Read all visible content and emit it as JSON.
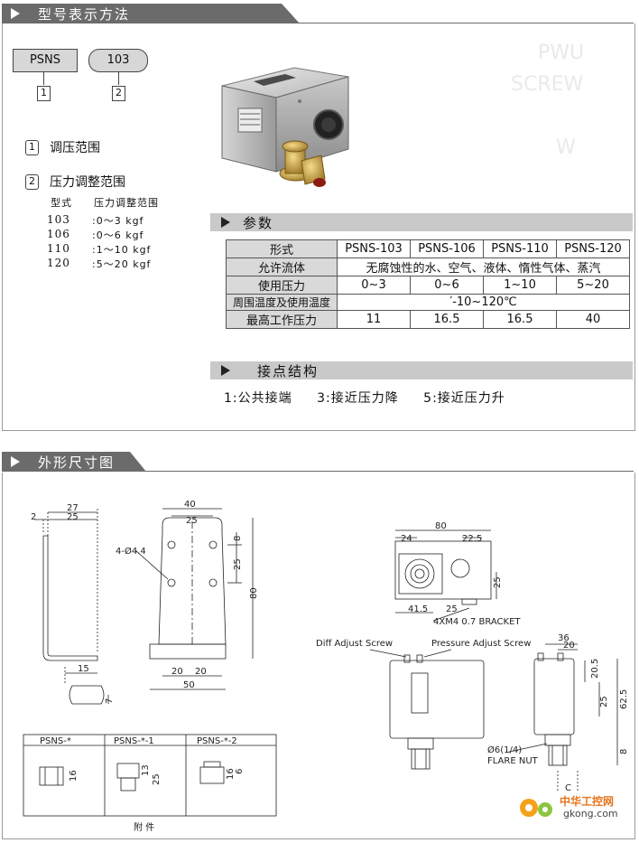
{
  "section1": {
    "title": "型号表示方法"
  },
  "model": {
    "prefix": "PSNS",
    "suffix": "103",
    "index1": "1",
    "index2": "2",
    "item1_num": "1",
    "item1_label": "调压范围",
    "item2_num": "2",
    "item2_label": "压力调整范围",
    "range_header_type": "型式",
    "range_header_range": "压力调整范围",
    "ranges": [
      {
        "type": "103",
        "range": ":0～3 kgf"
      },
      {
        "type": "106",
        "range": ":0～6 kgf"
      },
      {
        "type": "110",
        "range": ":1～10 kgf"
      },
      {
        "type": "120",
        "range": ":5～20 kgf"
      }
    ]
  },
  "params": {
    "title": "参数",
    "headers": [
      "形式",
      "PSNS-103",
      "PSNS-106",
      "PSNS-110",
      "PSNS-120"
    ],
    "fluid_label": "允许流体",
    "fluid_value": "无腐蚀性的水、空气、液体、惰性气体、蒸汽",
    "pressure_label": "使用压力",
    "pressure_values": [
      "0~3",
      "0~6",
      "1~10",
      "5~20"
    ],
    "temp_label": "周围温度及使用温度",
    "temp_value": "′-10~120℃",
    "max_label": "最高工作压力",
    "max_values": [
      "11",
      "16.5",
      "16.5",
      "40"
    ]
  },
  "contacts": {
    "title": "接点结构",
    "items": [
      "1:公共接端",
      "3:接近压力降",
      "5:接近压力升"
    ]
  },
  "section2": {
    "title": "外形尺寸图"
  },
  "dims": {
    "bracket_side": {
      "d2": "2",
      "d27": "27",
      "d25": "25",
      "d15": "15",
      "d7": "7"
    },
    "bracket_front": {
      "d40": "40",
      "d25": "25",
      "holes": "4-Ø4.4",
      "d8": "8",
      "d25v": "25",
      "d80": "80",
      "d20a": "20",
      "d20b": "20",
      "d50": "50"
    },
    "top_view": {
      "d80": "80",
      "d24": "24",
      "d22_5": "22.5",
      "d25": "25",
      "d41_5": "41.5",
      "d25b": "25",
      "bracket": "4XM4  0.7 BRACKET"
    },
    "front_view": {
      "diff": "Diff Adjust Screw",
      "pressure": "Pressure Adjust Screw"
    },
    "side_view": {
      "d36": "36",
      "d20": "20",
      "d20_5": "20.5",
      "d25": "25",
      "d62_5": "62.5",
      "d8": "8",
      "flare": "Ø6(1/4)",
      "flare_nut": "FLARE NUT",
      "c": "C"
    },
    "accessories": {
      "headers": [
        "PSNS-*",
        "PSNS-*-1",
        "PSNS-*-2"
      ],
      "a1": "16",
      "a2a": "13",
      "a2b": "25",
      "a3a": "16",
      "a3b": "6",
      "caption": "附  件"
    }
  },
  "watermark": {
    "name": "中华工控网",
    "url": "gkong.com"
  },
  "colors": {
    "header": "#6b6b6b",
    "subheader": "#c9c9c9",
    "label_bg": "#d9d9d9",
    "brass": "#c9a24a"
  }
}
